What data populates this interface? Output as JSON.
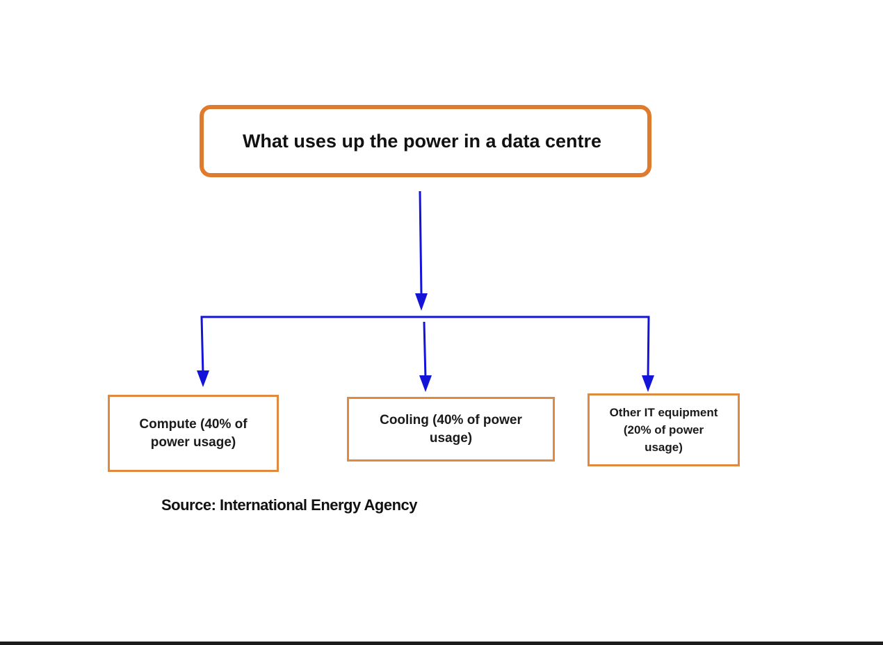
{
  "title": "What uses up the power in a data centre",
  "categories": [
    {
      "label": "Compute (40% of power usage)",
      "share_percent": 40
    },
    {
      "label": "Cooling (40% of power usage)",
      "share_percent": 40
    },
    {
      "label": "Other IT equipment (20% of power usage)",
      "share_percent": 20
    }
  ],
  "source": "Source: International Energy Agency",
  "colors": {
    "box_border": "#e07b2d",
    "arrow": "#1414d8"
  }
}
